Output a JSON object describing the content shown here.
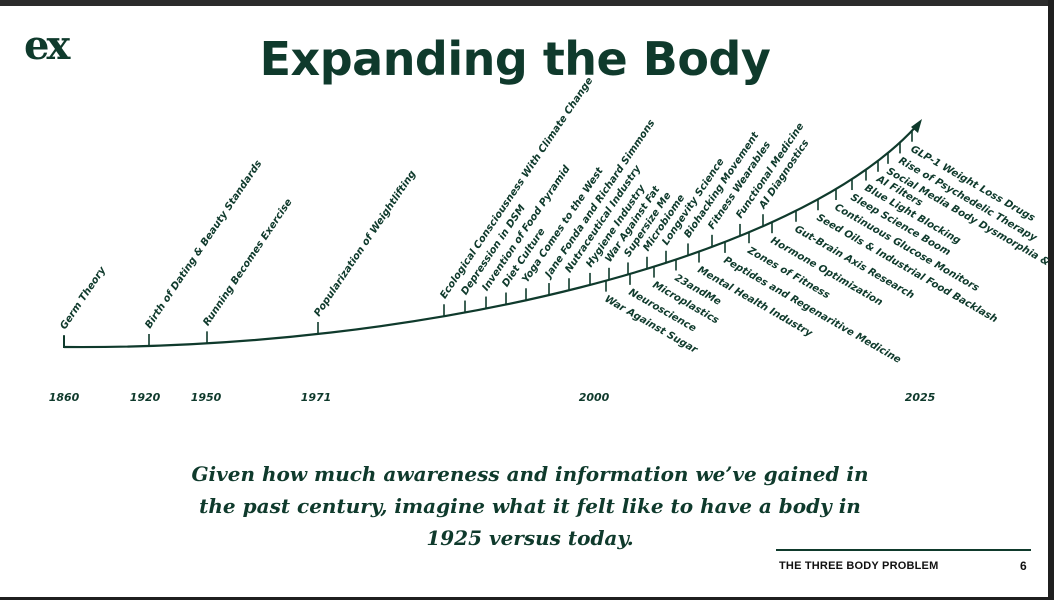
{
  "logo": "ex",
  "title": "Expanding the Body",
  "colors": {
    "primary": "#0f3a2c",
    "background": "#ffffff"
  },
  "years": [
    "1860",
    "1920",
    "1950",
    "1971",
    "2000",
    "2025"
  ],
  "events_above": [
    "Germ Theory",
    "Birth of Dating & Beauty Standards",
    "Running Becomes Exercise",
    "Popularization of Weightlifting",
    "Ecological Consciousness With Climate Change",
    "Depression in DSM",
    "Invention of Food Pyramid",
    "Diet Culture",
    "Yoga Comes to the West",
    "Jane Fonda and Richard Simmons",
    "Nutraceutical Industry",
    "Hygiene Industry",
    "War Against Fat",
    "Supersize Me",
    "Microbiome",
    "Longevity Science",
    "Biohacking Movement",
    "Fitness Wearables",
    "Functional Medicine",
    "AI Diagnostics"
  ],
  "events_below": [
    "War Against Sugar",
    "Neuroscience",
    "Microplastics",
    "23andMe",
    "Mental Health Industry",
    "Peptides and Regenaritive Medicine",
    "Zones of Fitness",
    "Hormone Optimization",
    "Gut-Brain Axis Research",
    "Seed Oils & Industrial Food Backlash",
    "Continuous Glucose Monitors",
    "Sleep Science Boom",
    "Blue Light Blocking",
    "AI Filters",
    "Social Media Body Dysmorphia &",
    "Rise of Psychedelic Therapy",
    "GLP-1 Weight Loss Drugs"
  ],
  "caption": "Given how much awareness and information we’ve gained in the past century, imagine what it felt like to have a body in 1925 versus today.",
  "footer": {
    "label": "THE THREE BODY PROBLEM",
    "page": "6"
  }
}
